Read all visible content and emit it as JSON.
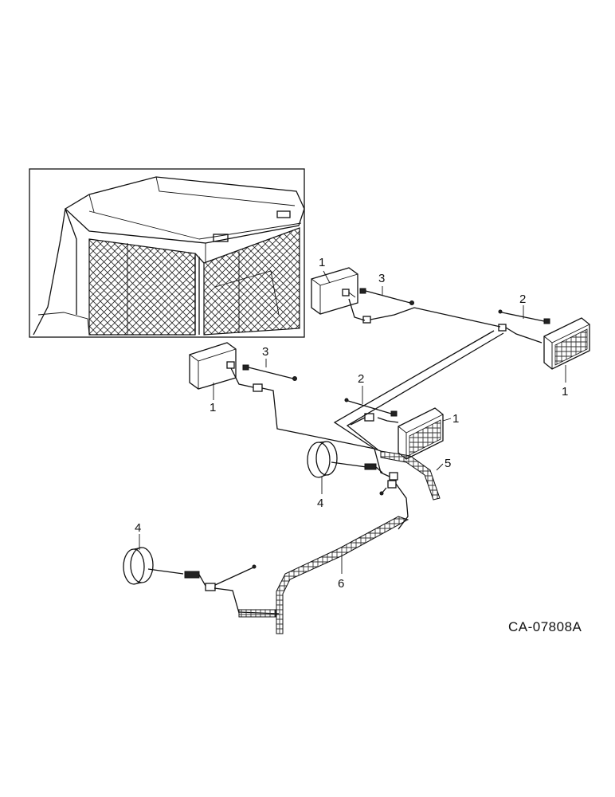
{
  "callouts": {
    "c1a": "1",
    "c1b": "1",
    "c1c": "1",
    "c1d": "1",
    "c2a": "2",
    "c2b": "2",
    "c3a": "3",
    "c3b": "3",
    "c4a": "4",
    "c4b": "4",
    "c5": "5",
    "c6": "6"
  },
  "figure_code": "CA-07808A"
}
